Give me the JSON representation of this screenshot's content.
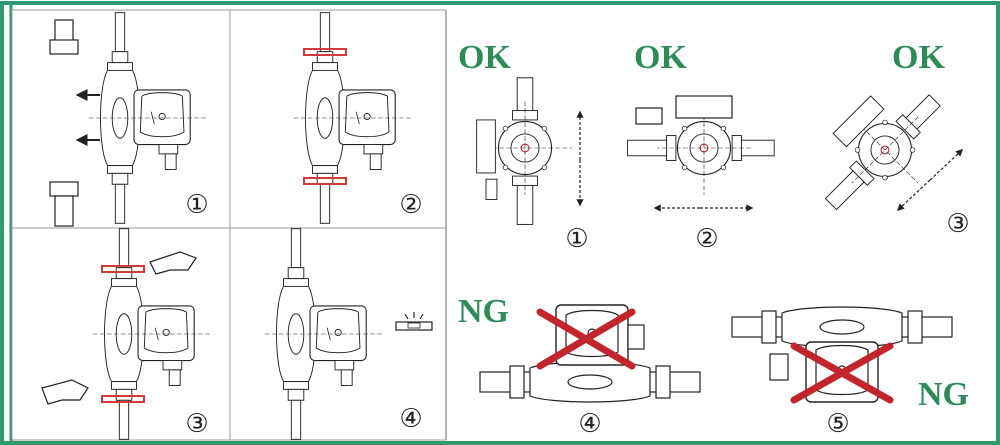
{
  "colors": {
    "frame": "#2e9a6e",
    "ok_text": "#2e8b57",
    "ng_text": "#2e8b57",
    "cross": "#c0262c",
    "seal": "#d33a3a",
    "line": "#222222",
    "grid": "#9a9a9a"
  },
  "icons": {
    "step_1": "pump-remove-icon",
    "step_2": "pump-gasket-icon",
    "step_3": "pump-wrench-tighten-icon",
    "step_4": "pump-level-check-icon"
  },
  "installation_steps": [
    {
      "number": "①"
    },
    {
      "number": "②"
    },
    {
      "number": "③"
    },
    {
      "number": "④"
    }
  ],
  "orientation_examples": [
    {
      "status": "OK",
      "number": "①"
    },
    {
      "status": "OK",
      "number": "②"
    },
    {
      "status": "OK",
      "number": "③"
    },
    {
      "status": "NG",
      "number": "④"
    },
    {
      "status": "NG",
      "number": "⑤"
    }
  ]
}
